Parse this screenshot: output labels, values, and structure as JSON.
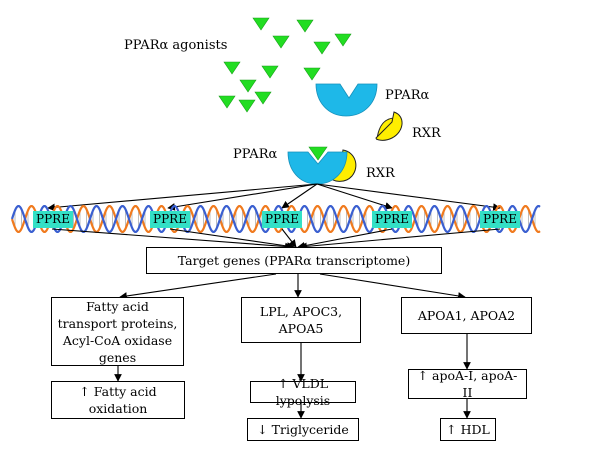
{
  "labels": {
    "agonists": "PPARα agonists",
    "ppar_free": "PPARα",
    "rxr_free": "RXR",
    "ppar_bound": "PPARα",
    "rxr_bound": "RXR"
  },
  "ppre": [
    "PPRE",
    "PPRE",
    "PPRE",
    "PPRE",
    "PPRE"
  ],
  "target_box": "Target genes (PPARα transcriptome)",
  "branches": [
    {
      "gene": "Fatty acid transport proteins, Acyl-CoA oxidase genes",
      "effects": [
        "↑ Fatty acid oxidation"
      ]
    },
    {
      "gene": "LPL, APOC3, APOA5",
      "effects": [
        "↑ VLDL lypolysis",
        "↓ Triglyceride"
      ]
    },
    {
      "gene": "APOA1, APOA2",
      "effects": [
        "↑ apoA-I, apoA-II",
        "↑ HDL"
      ]
    }
  ],
  "colors": {
    "agonist": "#22dd22",
    "ppar": "#1eb8e8",
    "rxr": "#ffee00",
    "dna_strand_a": "#f07a1e",
    "dna_strand_b": "#3a5fd0",
    "ppre": "#33e0c6"
  },
  "icons": [
    "agonist-triangle-icon",
    "ppar-receptor-icon",
    "rxr-receptor-icon",
    "dna-helix-icon"
  ]
}
